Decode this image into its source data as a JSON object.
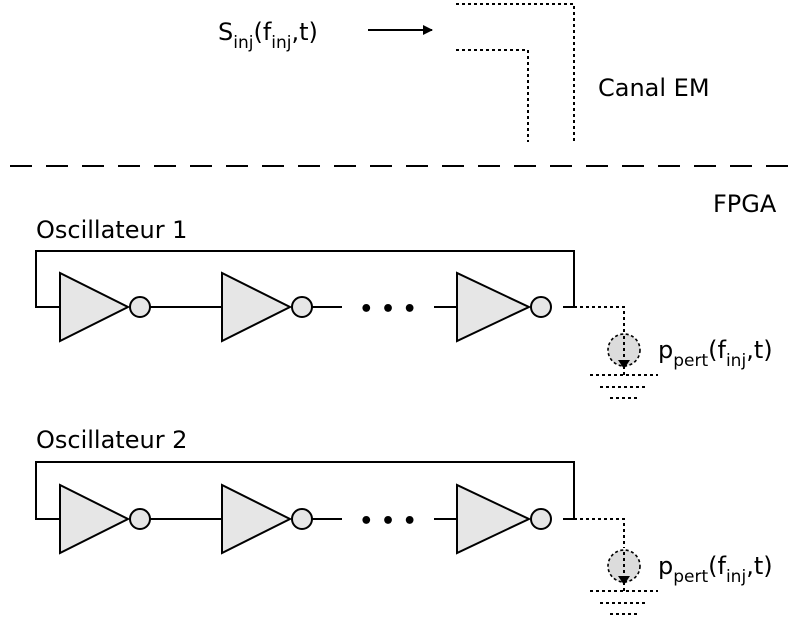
{
  "injection": {
    "symbol": "S",
    "sub": "inj",
    "open": "(f",
    "arg_sub": "inj",
    "close": ",t)"
  },
  "channel_label": "Canal EM",
  "fpga_label": "FPGA",
  "oscillators": [
    {
      "label": "Oscillateur 1",
      "ellipsis": "• • •",
      "perturbation": {
        "symbol": "p",
        "sub": "pert",
        "open": "(f",
        "arg_sub": "inj",
        "close": ",t)"
      }
    },
    {
      "label": "Oscillateur 2",
      "ellipsis": "• • •",
      "perturbation": {
        "symbol": "p",
        "sub": "pert",
        "open": "(f",
        "arg_sub": "inj",
        "close": ",t)"
      }
    }
  ]
}
